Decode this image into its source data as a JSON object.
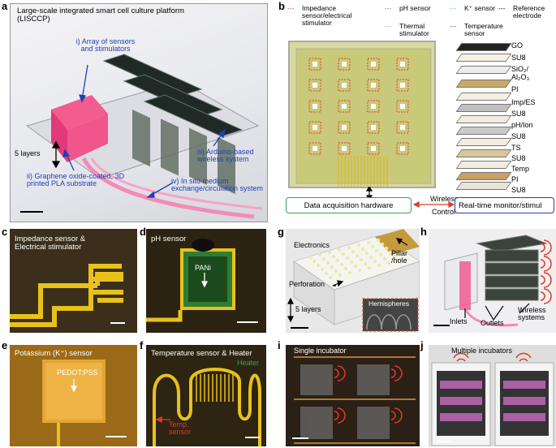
{
  "labels": {
    "a": "a",
    "b": "b",
    "c": "c",
    "d": "d",
    "e": "e",
    "f": "f",
    "g": "g",
    "h": "h",
    "i": "i",
    "j": "j"
  },
  "panel_a": {
    "title": "Large-scale integrated smart cell culture platform (LISCCP)",
    "annot_i": "i) Array of sensors and stimulators",
    "annot_ii": "ii) Graphene oxide-coated, 3D printed PLA substrate",
    "annot_iii": "iii) Arduino-based wireless system",
    "annot_iv": "iv) In situ medium exchange/circulation system",
    "layers": "5 layers"
  },
  "panel_b": {
    "legend": [
      {
        "sym": "- - -",
        "color": "#e03a2a",
        "text": "Impedance sensor/electrical stimulator"
      },
      {
        "sym": "- - -",
        "color": "#7a5fd0",
        "text": "pH sensor"
      },
      {
        "sym": "- - -",
        "color": "#4ec8c8",
        "text": "K⁺ sensor"
      },
      {
        "sym": "- - -",
        "color": "#000000",
        "text": "Reference electrode"
      },
      {
        "sym": "- - -",
        "color": "#8a9be0",
        "text": "Thermal stimulator"
      },
      {
        "sym": "- - -",
        "color": "#1f3fb5",
        "text": "Temperature sensor"
      }
    ],
    "stack": [
      "GO",
      "SU8",
      "SiO₂/",
      "Al₂O₃",
      "PI",
      "Imp/ES",
      "SU8",
      "pH/Ion",
      "SU8",
      "TS",
      "SU8",
      "Temp",
      "PI",
      "SU8"
    ],
    "daq": "Data acquisition hardware",
    "wireless": "Wireless",
    "control": "Control",
    "monitor": "Real-time monitor/stimul"
  },
  "panel_c": {
    "title": "Impedance sensor & Electrical stimulator"
  },
  "panel_d": {
    "title": "pH sensor",
    "pani": "PANi"
  },
  "panel_e": {
    "title": "Potassium (K⁺) sensor",
    "pedot": "PEDOT:PSS"
  },
  "panel_f": {
    "title": "Temperature sensor & Heater",
    "heater": "Heater",
    "temp": "Temp. sensor"
  },
  "panel_g": {
    "electronics": "Electronics",
    "pillar": "Pillar /hole",
    "perforation": "Perforation",
    "layers": "5 layers",
    "hemispheres": "Hemispheres"
  },
  "panel_h": {
    "inlets": "Inlets",
    "outlets": "Outlets",
    "wireless": "Wireless systems"
  },
  "panel_i": {
    "title": "Single incubator"
  },
  "panel_j": {
    "title": "Multiple incubators"
  },
  "colors": {
    "annot_blue": "#1f3fb5",
    "trace_gold": "#e8c21a",
    "dark_bg": "#2a2418"
  }
}
